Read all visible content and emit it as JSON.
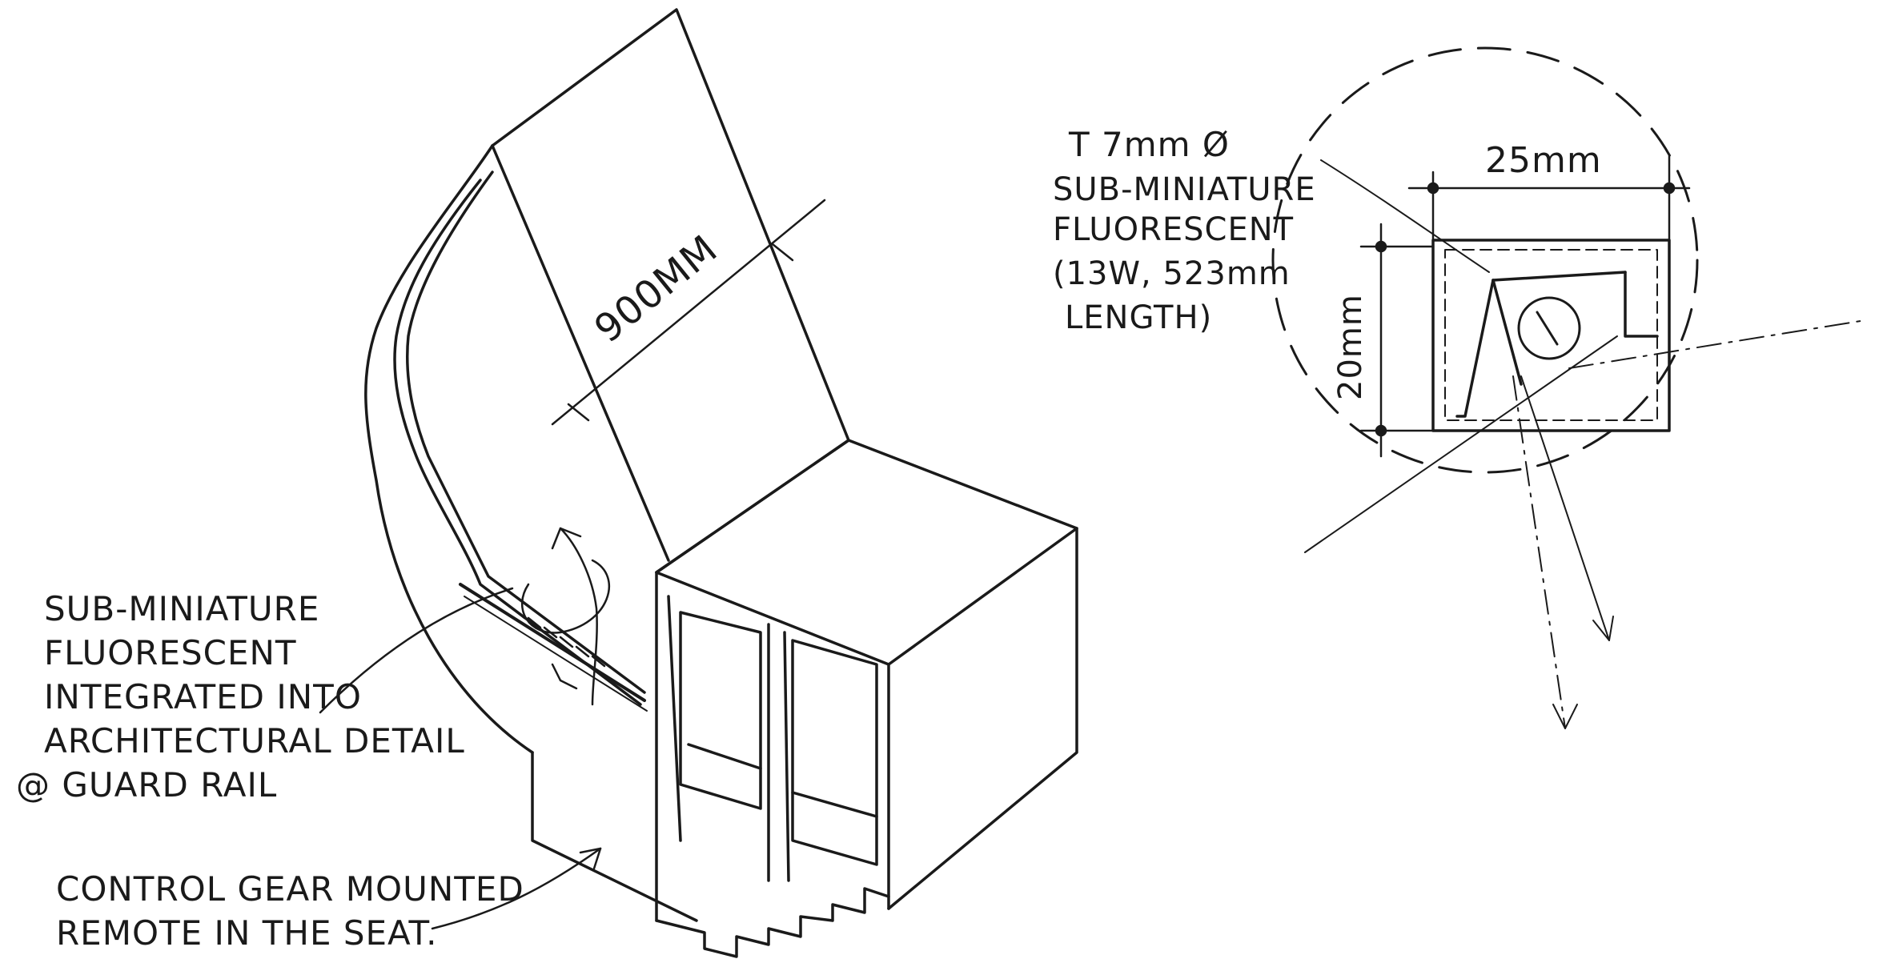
{
  "drawing": {
    "labels": {
      "left_note": [
        "SUB-MINIATURE",
        "FLUORESCENT",
        "INTEGRATED INTO",
        "ARCHITECTURAL DETAIL",
        "@ GUARD RAIL"
      ],
      "bottom_note": [
        "CONTROL GEAR MOUNTED",
        "REMOTE IN THE SEAT."
      ],
      "dimension_900": "900MM",
      "dimension_25": "25mm",
      "dimension_20": "20mm",
      "lamp_note": [
        "T 7mm Ø",
        "SUB-MINIATURE",
        "FLUORESCENT",
        "(13W, 523mm",
        "LENGTH)"
      ]
    },
    "colors": {
      "ink": "#1a1a1a",
      "paper": "#ffffff"
    }
  }
}
